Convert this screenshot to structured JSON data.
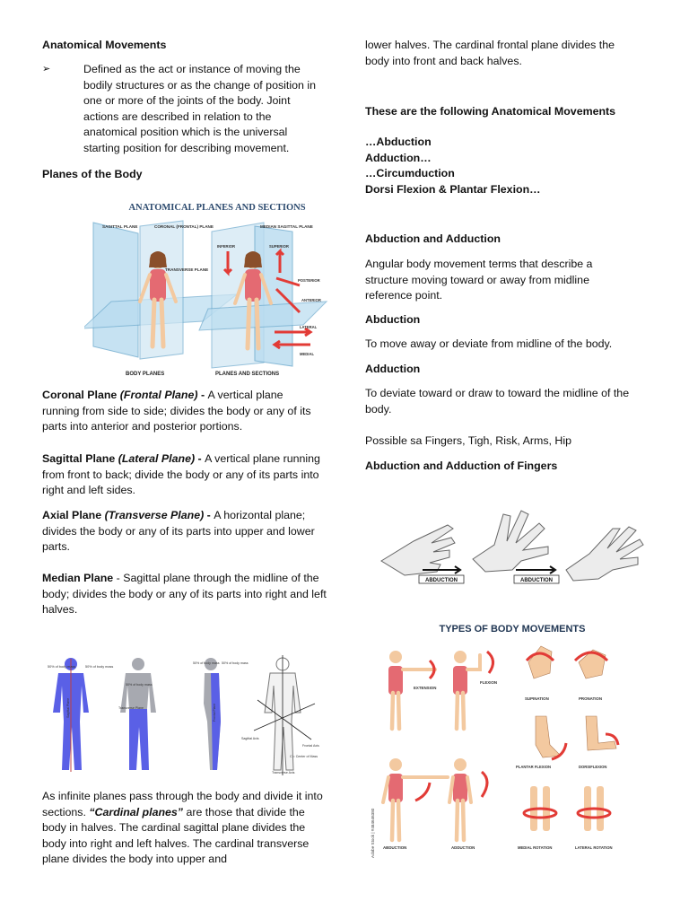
{
  "left": {
    "heading": "Anatomical Movements",
    "bullet_mark": "➢",
    "bullet_text": "Defined as the act or instance of moving the bodily structures or as the change of position in one or more of the joints of the body. Joint actions are described in relation to the anatomical position which is the universal starting position for describing movement.",
    "planes_heading": "Planes of the Body",
    "fig1": {
      "title": "ANATOMICAL PLANES AND SECTIONS",
      "sagittal": "SAGITTAL PLANE",
      "coronal": "CORONAL (FRONTAL) PLANE",
      "median": "MEDIAN SAGITTAL PLANE",
      "transverse": "TRANSVERSE PLANE",
      "inferior": "INFERIOR",
      "superior": "SUPERIOR",
      "posterior": "POSTERIOR",
      "anterior": "ANTERIOR",
      "lateral": "LATERAL",
      "medial": "MEDIAL",
      "body_planes": "BODY PLANES",
      "planes_sections": "PLANES AND SECTIONS"
    },
    "coronal": {
      "term": "Coronal Plane ",
      "alt": "(Frontal Plane)",
      "dash": " - ",
      "desc": "A vertical plane running from side to side; divides the body or any of its parts into anterior and posterior portions."
    },
    "sagittal": {
      "term": "Sagittal Plane ",
      "alt": "(Lateral Plane)",
      "dash": " - ",
      "desc": "A vertical plane running from front to back; divide the body or any of its parts into right and left sides."
    },
    "axial": {
      "term": "Axial Plane ",
      "alt": "(Transverse Plane)",
      "dash": " - ",
      "desc": "A horizontal plane; divides the body or any of its parts into upper and lower parts."
    },
    "median": {
      "term": "Median Plane",
      "dash": " - ",
      "desc": "Sagittal plane through the midline of the body; divides the body or any of its parts into right and left halves."
    },
    "fig2": {
      "mass1": "50% of body mass",
      "mass2": "50% of body mass",
      "mass3": "50% of body mass",
      "mass4": "50% of body mass",
      "mass5": "50% of body mass",
      "sagittal_plane": "Sagittal Plane",
      "transverse_plane": "Transverse Plane",
      "frontal_plane": "Frontal Plane",
      "sagittal_axis": "Sagittal Axis",
      "frontal_axis": "Frontal Axis",
      "transverse_axis": "Transverse Axis",
      "center_mass": "C = Center of Mass"
    },
    "cardinal_p1": "As infinite planes pass through the body and divide it into sections. ",
    "cardinal_em": "“Cardinal planes”",
    "cardinal_p2": " are those that divide the body in halves. The cardinal sagittal plane divides the body into right and left halves. The cardinal transverse plane divides the body into upper and"
  },
  "right": {
    "cont": "lower halves. The cardinal frontal plane divides the body into front and back halves.",
    "following": "These are the following Anatomical Movements",
    "list": [
      "…Abduction",
      "Adduction…",
      "…Circumduction",
      "Dorsi Flexion & Plantar Flexion…"
    ],
    "aa_heading": "Abduction and Adduction",
    "aa_desc": "Angular body movement terms that describe a structure moving toward or away from midline reference point.",
    "abd_heading": "Abduction",
    "abd_desc": "To move away or deviate from midline of the body.",
    "add_heading": "Adduction",
    "add_desc": "To deviate toward or draw to toward the midline of the body.",
    "possible": "Possible sa Fingers, Tigh, Risk, Arms,  Hip",
    "fingers_heading": "Abduction and Adduction of Fingers",
    "fig3": {
      "label1": "ABDUCTION",
      "label2": "ABDUCTION"
    },
    "fig4": {
      "title": "TYPES OF BODY MOVEMENTS",
      "extension": "EXTENSION",
      "flexion": "FLEXION",
      "supination": "SUPINATION",
      "pronation": "PRONATION",
      "plantar": "PLANTAR FLEXION",
      "dorsi": "DORSIFLEXION",
      "abduction": "ABDUCTION",
      "adduction": "ADDUCTION",
      "medial_rot": "MEDIAL ROTATION",
      "lateral_rot": "LATERAL ROTATION",
      "stock": "Adobe Stock | #484646380"
    }
  },
  "colors": {
    "skin": "#f3c9a0",
    "suit": "#e46a72",
    "plane_blue": "#b9dcf0",
    "arrow_red": "#e23b36",
    "figure_blue": "#5a60e6"
  }
}
